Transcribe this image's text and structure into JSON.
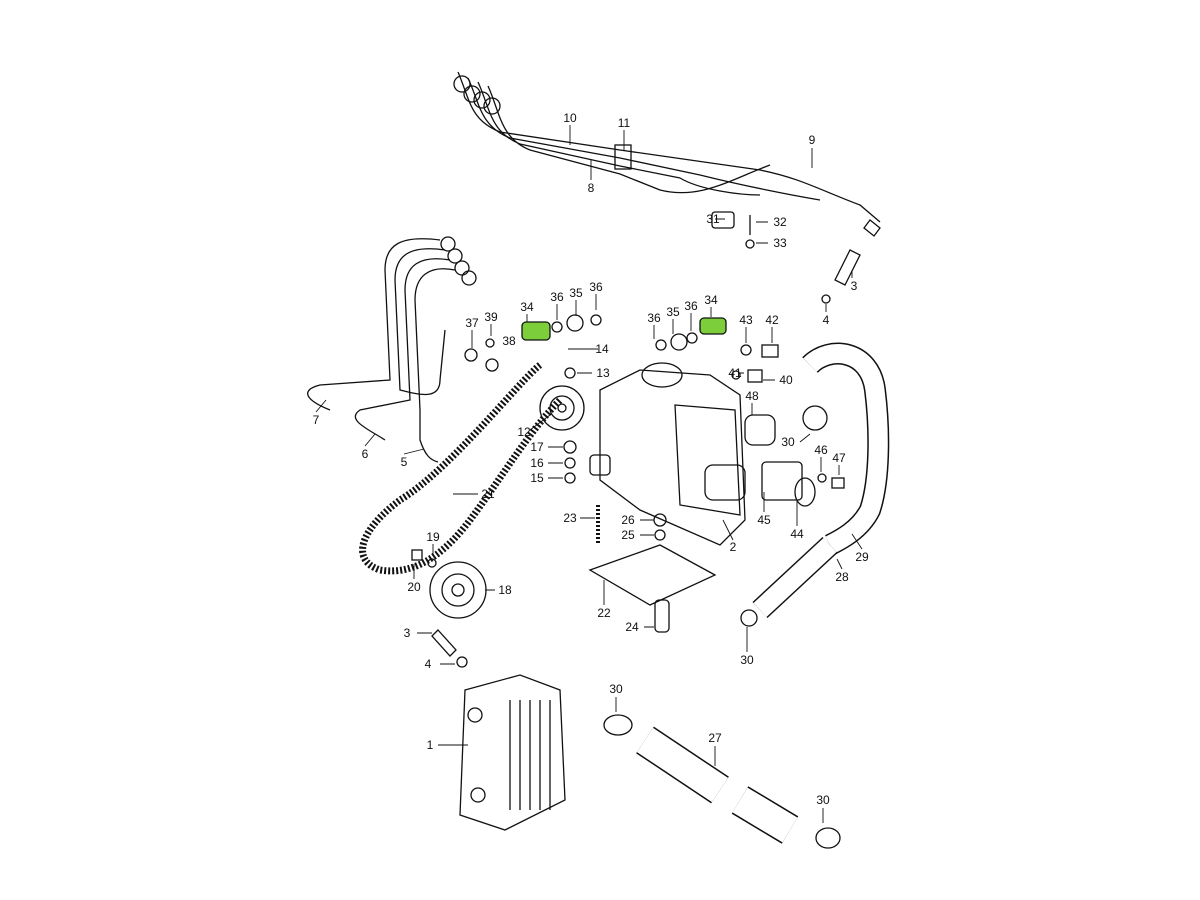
{
  "diagram": {
    "type": "exploded-parts-diagram",
    "highlight_color": "#7ccf3a",
    "line_color": "#111111",
    "labels": [
      "10",
      "11",
      "8",
      "9",
      "31",
      "32",
      "33",
      "3",
      "4",
      "34",
      "36",
      "35",
      "36",
      "37",
      "39",
      "38",
      "14",
      "13",
      "12",
      "17",
      "16",
      "15",
      "36",
      "35",
      "36",
      "34",
      "43",
      "42",
      "41",
      "40",
      "48",
      "30",
      "46",
      "47",
      "45",
      "44",
      "29",
      "28",
      "2",
      "26",
      "25",
      "23",
      "22",
      "24",
      "30",
      "7",
      "6",
      "5",
      "21",
      "19",
      "20",
      "18",
      "3",
      "4",
      "1",
      "30",
      "27",
      "30"
    ]
  }
}
